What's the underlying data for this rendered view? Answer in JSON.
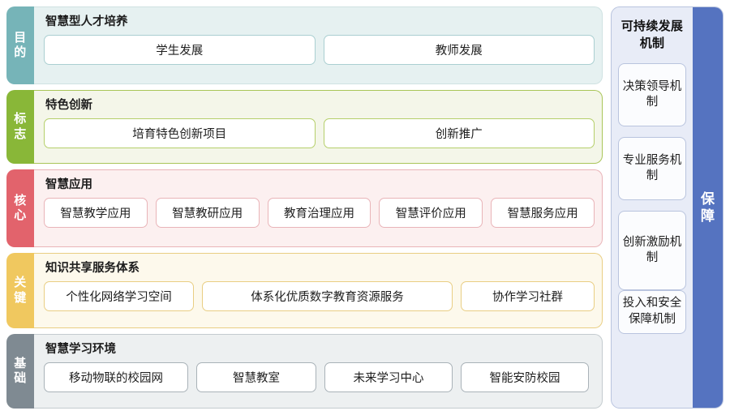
{
  "diagram": {
    "title_hidden": "",
    "colors": {
      "row1_tab": "#76b4b8",
      "row2_tab": "#89b738",
      "row3_tab": "#e2636c",
      "row4_tab": "#f0c85f",
      "row5_tab": "#7f8a92",
      "right_strip": "#5573c0"
    },
    "rows": [
      {
        "tab": [
          "目",
          "的"
        ],
        "title": "智慧型人才培养",
        "chips": [
          "学生发展",
          "教师发展"
        ]
      },
      {
        "tab": [
          "标",
          "志"
        ],
        "title": "特色创新",
        "chips": [
          "培育特色创新项目",
          "创新推广"
        ]
      },
      {
        "tab": [
          "核",
          "心"
        ],
        "title": "智慧应用",
        "chips": [
          "智慧教学应用",
          "智慧教研应用",
          "教育治理应用",
          "智慧评价应用",
          "智慧服务应用"
        ]
      },
      {
        "tab": [
          "关",
          "键"
        ],
        "title": "知识共享服务体系",
        "chips": [
          "个性化网络学习空间",
          "体系化优质数字教育资源服务",
          "协作学习社群"
        ]
      },
      {
        "tab": [
          "基",
          "础"
        ],
        "title": "智慧学习环境",
        "chips": [
          "移动物联的校园网",
          "智慧教室",
          "未来学习中心",
          "智能安防校园"
        ]
      }
    ],
    "right_panel": {
      "title": "可持续发展机制",
      "chips": [
        "决策领导机制",
        "专业服务机制",
        "创新激励机制",
        "投入和安全保障机制"
      ],
      "strip": [
        "保",
        "障"
      ]
    }
  }
}
